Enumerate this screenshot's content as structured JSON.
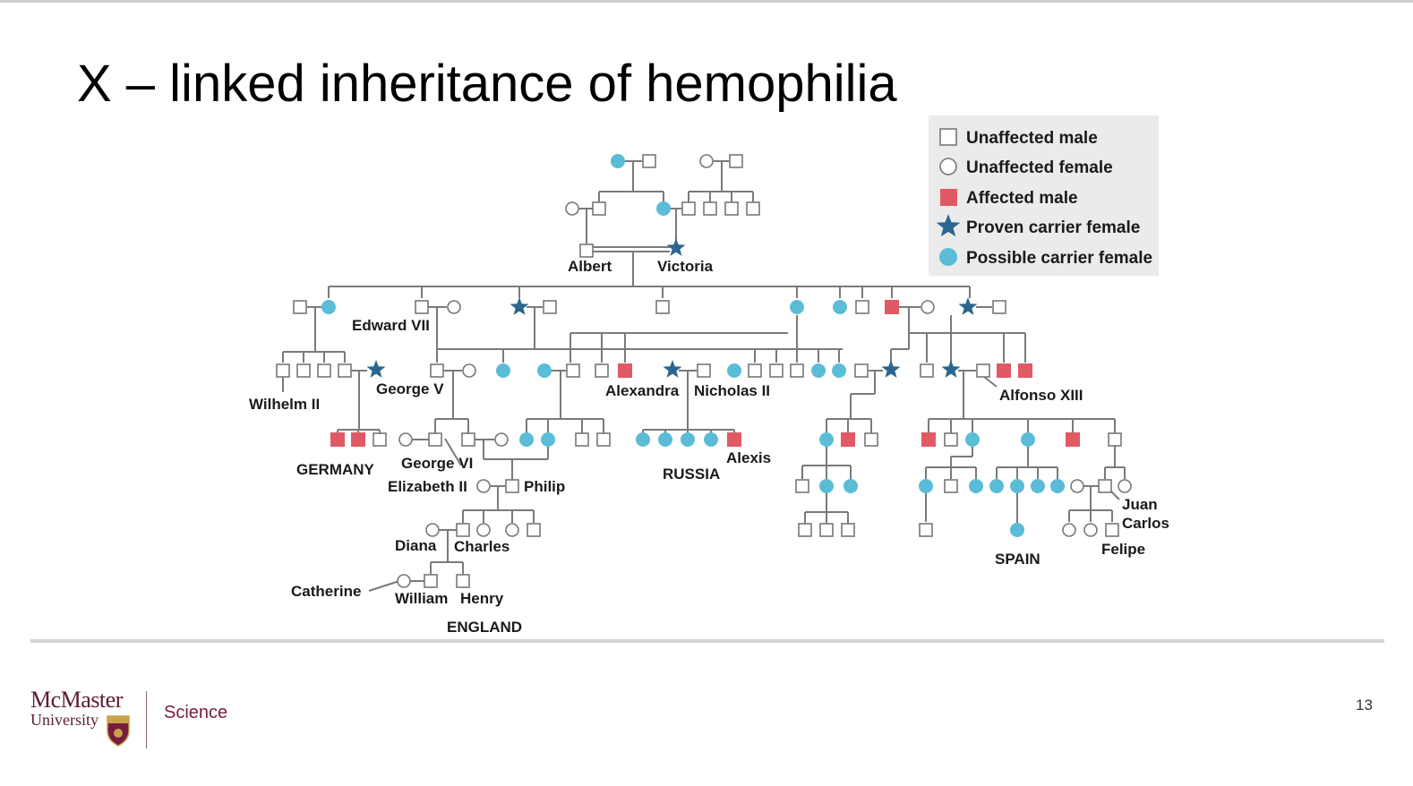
{
  "slide": {
    "title": "X – linked inheritance of hemophilia",
    "page_number": "13"
  },
  "footer": {
    "logo_name": "McMaster",
    "logo_sub": "University",
    "faculty": "Science"
  },
  "legend": [
    {
      "symbol": "square-white",
      "label": "Unaffected male"
    },
    {
      "symbol": "circle-white",
      "label": "Unaffected female"
    },
    {
      "symbol": "square-red",
      "label": "Affected male"
    },
    {
      "symbol": "star-blue",
      "label": "Proven carrier female"
    },
    {
      "symbol": "circle-blue",
      "label": "Possible carrier female"
    }
  ],
  "names": {
    "albert": "Albert",
    "victoria": "Victoria",
    "edward_vii": "Edward VII",
    "george_v": "George V",
    "wilhelm_ii": "Wilhelm II",
    "alexandra": "Alexandra",
    "nicholas_ii": "Nicholas II",
    "alfonso_xiii": "Alfonso XIII",
    "george_vi": "George VI",
    "elizabeth_ii": "Elizabeth II",
    "philip": "Philip",
    "alexis": "Alexis",
    "diana": "Diana",
    "charles": "Charles",
    "catherine": "Catherine",
    "william": "William",
    "henry": "Henry",
    "juan": "Juan",
    "carlos": "Carlos",
    "felipe": "Felipe"
  },
  "countries": {
    "germany": "GERMANY",
    "russia": "RUSSIA",
    "england": "ENGLAND",
    "spain": "SPAIN"
  },
  "colors": {
    "possible_carrier": "#5bbcd8",
    "proven_carrier": "#2a6690",
    "affected_male": "#e05a66",
    "line": "#7a7a7a",
    "legend_bg": "#ebebeb"
  }
}
